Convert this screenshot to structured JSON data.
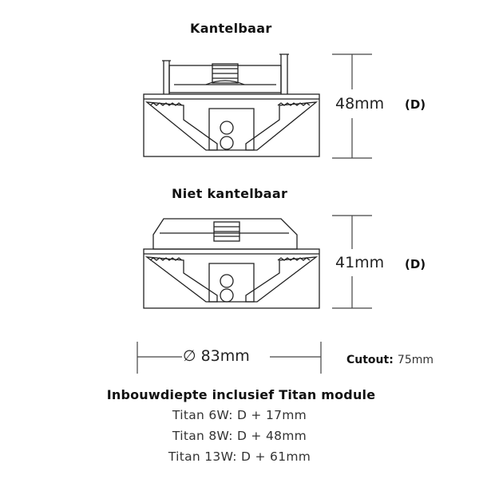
{
  "tilting": {
    "title": "Kantelbaar",
    "height": "48mm",
    "height_ref": "(D)"
  },
  "non_tilting": {
    "title": "Niet kantelbaar",
    "height": "41mm",
    "height_ref": "(D)"
  },
  "diameter": {
    "label": "∅ 83mm"
  },
  "cutout": {
    "label": "Cutout:",
    "value": "75mm"
  },
  "depth_info": {
    "heading": "Inbouwdiepte inclusief Titan module",
    "lines": [
      "Titan 6W: D + 17mm",
      "Titan 8W: D + 48mm",
      "Titan 13W: D + 61mm"
    ]
  },
  "colors": {
    "line": "#222222",
    "dim_line": "#444444"
  }
}
